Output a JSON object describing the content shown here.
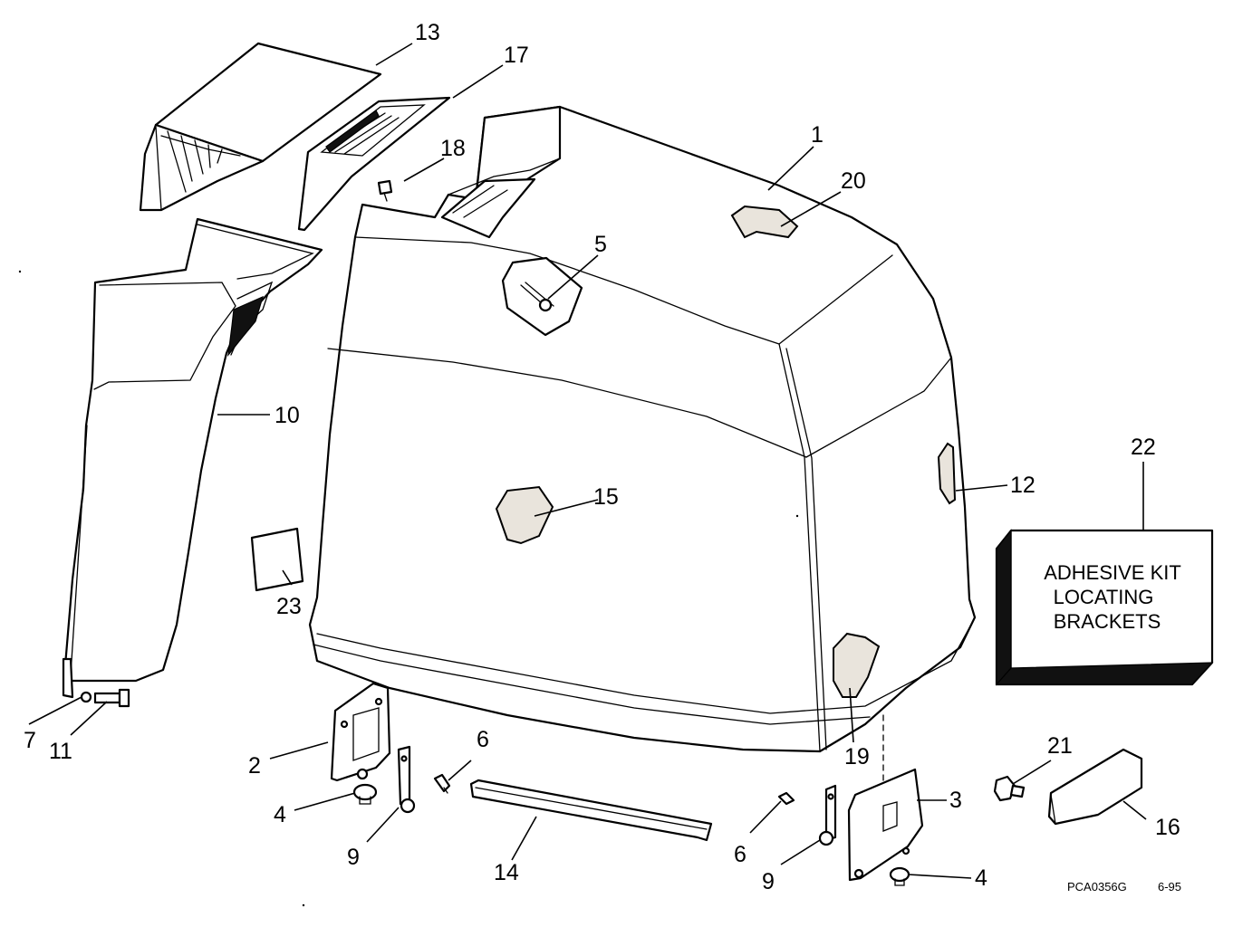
{
  "diagram": {
    "callouts": {
      "c1": "1",
      "c2": "2",
      "c3": "3",
      "c4a": "4",
      "c4b": "4",
      "c5": "5",
      "c6a": "6",
      "c6b": "6",
      "c7": "7",
      "c9a": "9",
      "c9b": "9",
      "c10": "10",
      "c11": "11",
      "c12": "12",
      "c13": "13",
      "c14": "14",
      "c15": "15",
      "c16": "16",
      "c17": "17",
      "c18": "18",
      "c19": "19",
      "c20": "20",
      "c21": "21",
      "c22": "22",
      "c23": "23"
    },
    "kit_box": {
      "line1": "ADHESIVE KIT",
      "line2": "LOCATING",
      "line3": "BRACKETS"
    },
    "footer": {
      "code": "PCA0356G",
      "date": "6-95"
    }
  }
}
